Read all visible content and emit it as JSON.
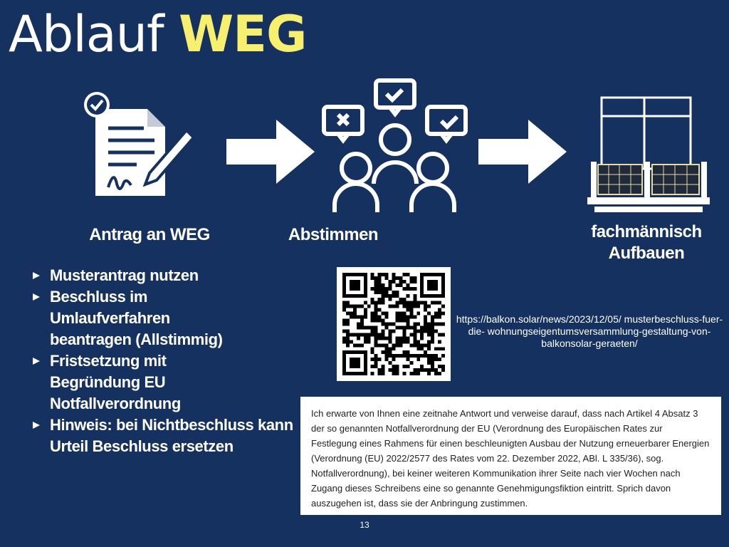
{
  "title": {
    "prefix": "Ablauf ",
    "highlight": "WEG"
  },
  "steps": [
    {
      "label": "Antrag an WEG",
      "icon": "document-sign-icon"
    },
    {
      "label": "Abstimmen",
      "icon": "people-vote-icon"
    },
    {
      "label_line1": "fachmännisch",
      "label_line2": "Aufbauen",
      "icon": "balcony-solar-icon"
    }
  ],
  "bullets": [
    "Musterantrag nutzen",
    "Beschluss im Umlaufverfahren beantragen (Allstimmig)",
    "Fristsetzung mit Begründung EU Notfallverordnung",
    "Hinweis: bei Nichtbeschluss kann Urteil Beschluss ersetzen"
  ],
  "url": "https://balkon.solar/news/2023/12/05/ musterbeschluss-fuer-die- wohnungseigentumsversammlung-gestaltung-von- balkonsolar-geraeten/",
  "quote": "Ich erwarte von Ihnen eine zeitnahe Antwort und verweise darauf, dass nach Artikel 4 Absatz 3 der so genannten Notfallverordnung der EU  (Verordnung des Europäischen Rates zur Festlegung eines Rahmens für einen beschleunigten Ausbau der Nutzung erneuerbarer Energien (Verordnung (EU) 2022/2577 des Rates vom 22. Dezember 2022, ABl. L 335/36), sog. Notfallverordnung), bei keiner weiteren Kommunikation ihrer Seite nach vier Wochen nach Zugang dieses Schreibens eine so genannte Genehmigungsfiktion eintritt. Sprich davon auszugehen ist, dass sie der Anbringung zustimmen.",
  "page_number": "13",
  "colors": {
    "background": "#15315f",
    "accent": "#f7f06e"
  }
}
